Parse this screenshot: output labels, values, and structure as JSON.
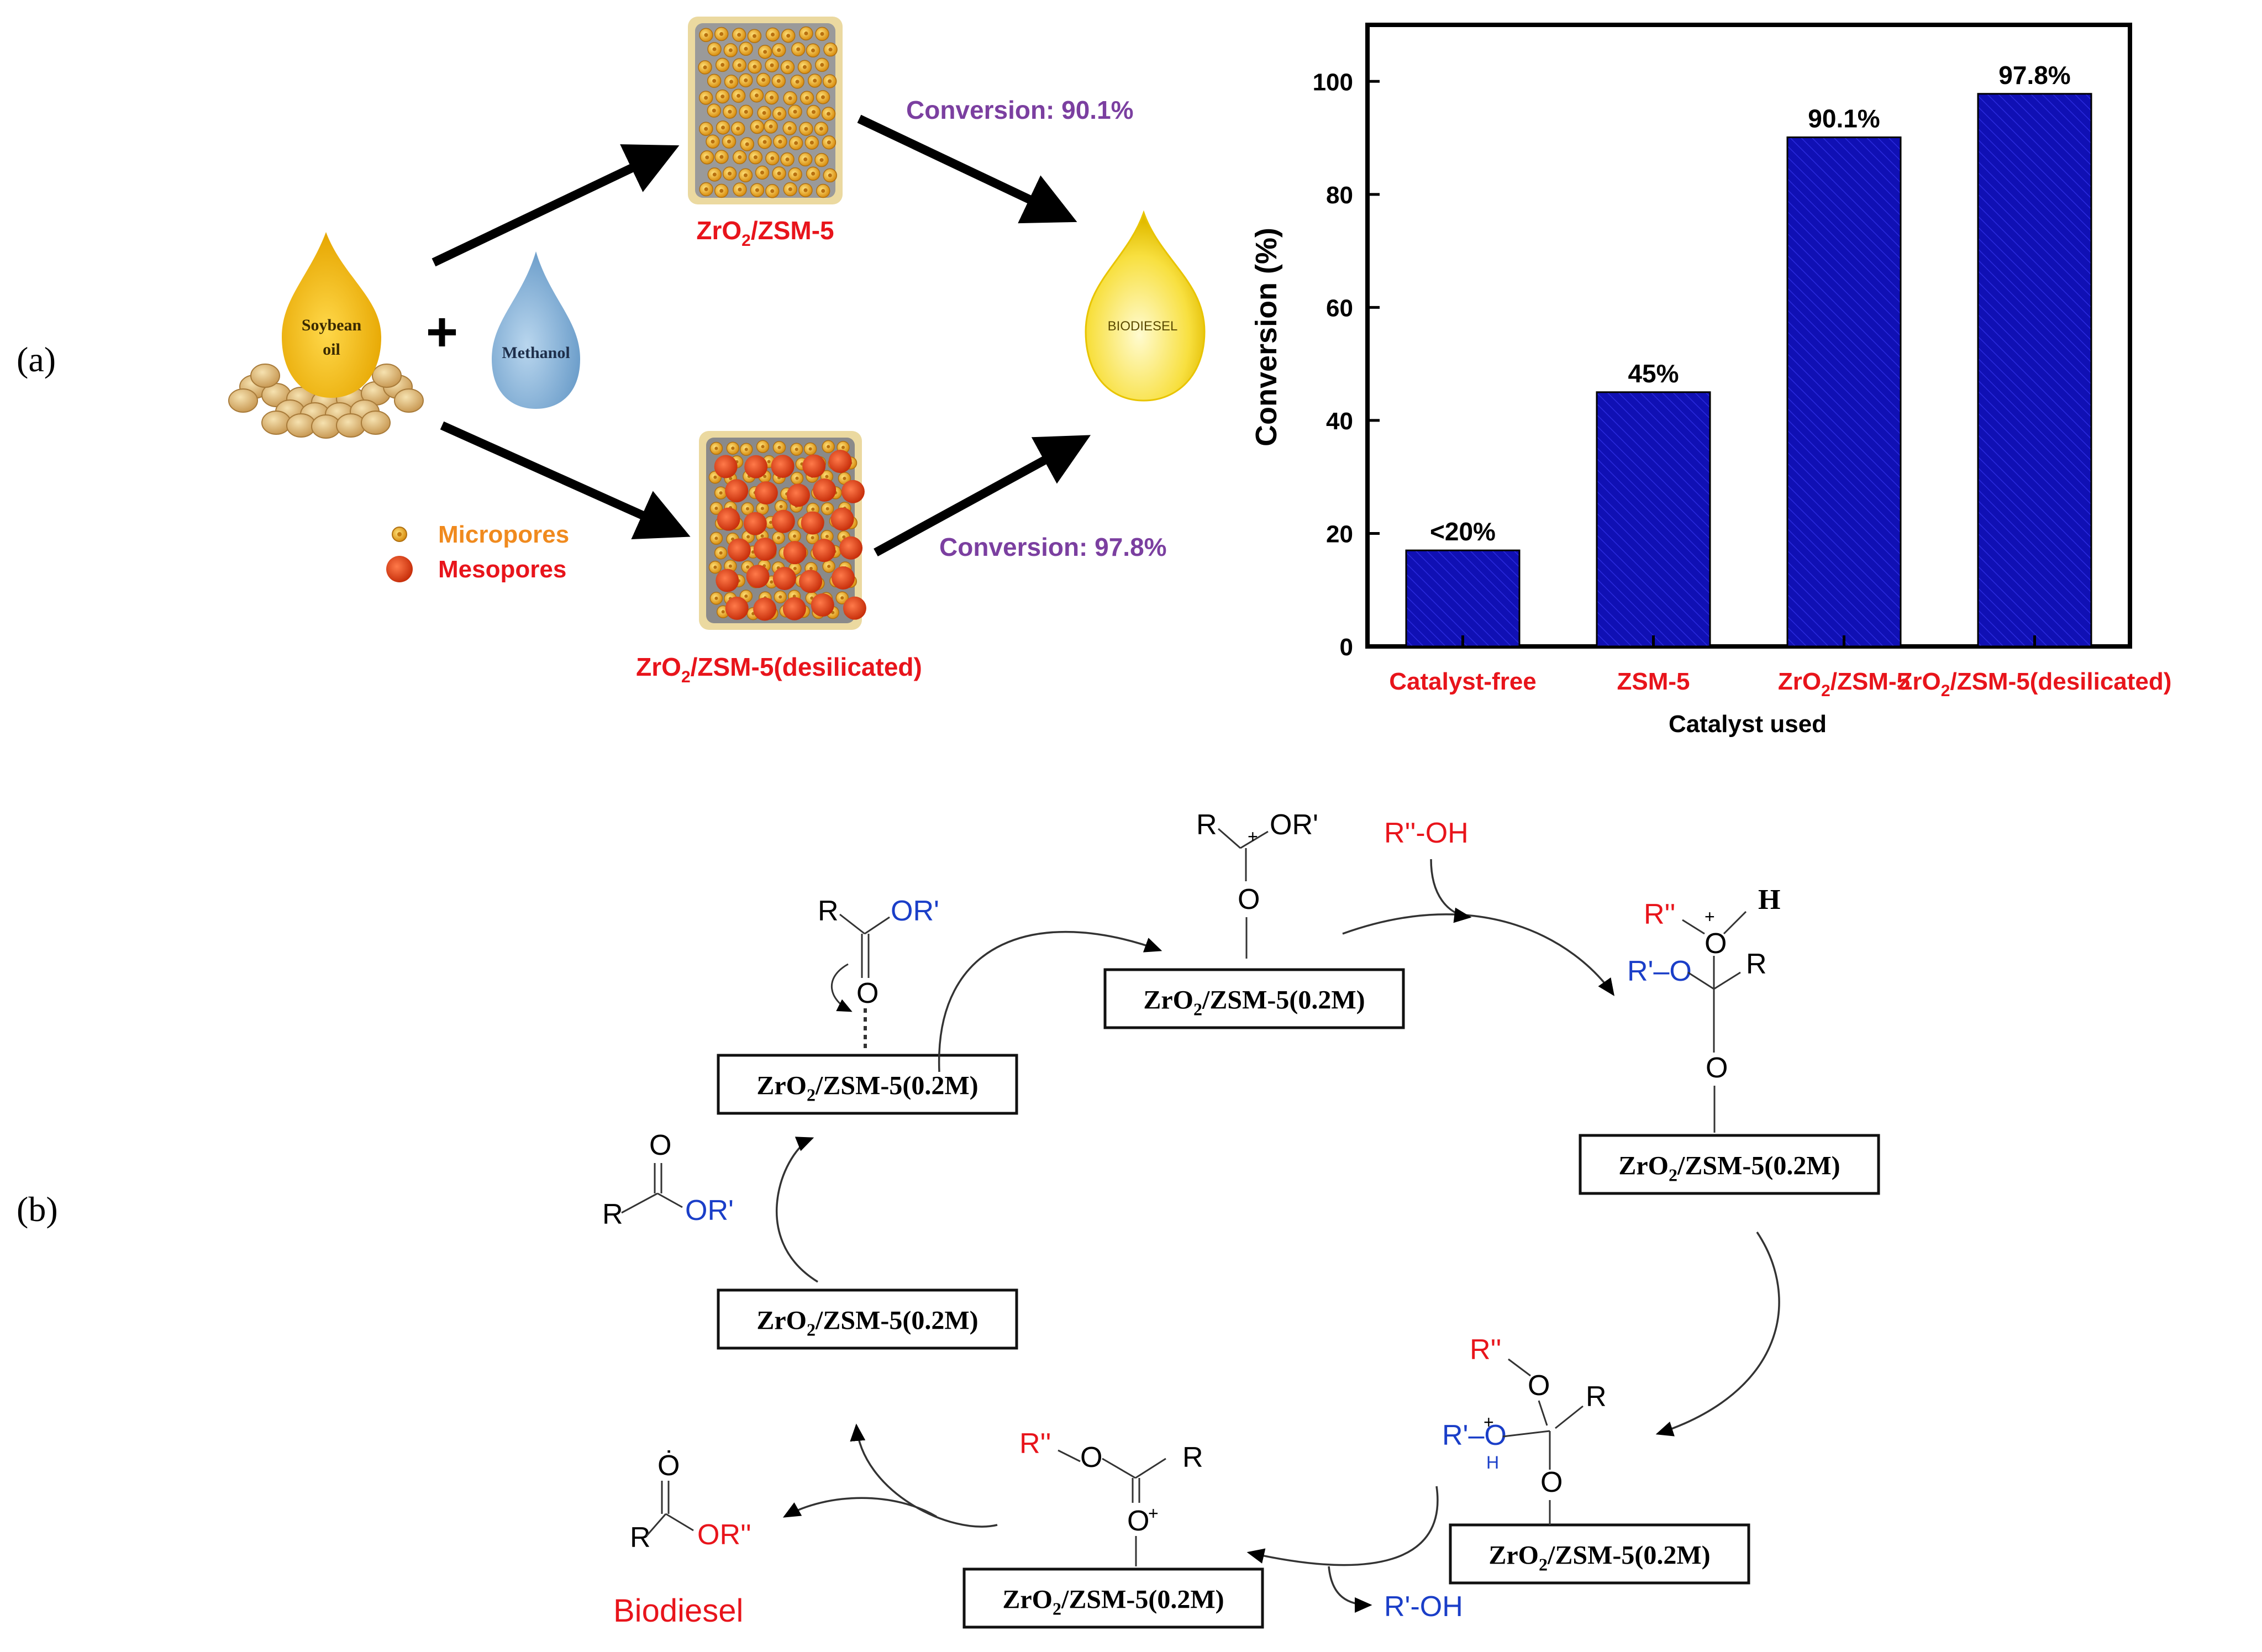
{
  "panel_labels": {
    "a": "(a)",
    "b": "(b)"
  },
  "panel_a": {
    "plus": "+",
    "soybean_oil": [
      "Soybean",
      "oil"
    ],
    "methanol": "Methanol",
    "biodiesel_drop": "BIODIESEL",
    "top_catalyst": {
      "base": "ZrO",
      "sub": "2",
      "rest": "/ZSM-5"
    },
    "bottom_catalyst": {
      "base": "ZrO",
      "sub": "2",
      "rest": "/ZSM-5(desilicated)"
    },
    "top_conversion": "Conversion: 90.1%",
    "bottom_conversion": "Conversion: 97.8%",
    "legend": {
      "micropores": "Micropores",
      "mesopores": "Mesopores"
    },
    "colors": {
      "purple_text": "#7B3FA0",
      "red_text": "#E8141B",
      "orange_text": "#F08A1E",
      "oil": "#F2B700",
      "methanol": "#8DB9DE",
      "mesopore": "#E8401C",
      "micropore": "#E8A92A"
    }
  },
  "chart_data": {
    "type": "bar",
    "categories": [
      {
        "base": "Catalyst-free",
        "sub": "",
        "rest": ""
      },
      {
        "base": "ZSM-5",
        "sub": "",
        "rest": ""
      },
      {
        "base": "ZrO",
        "sub": "2",
        "rest": "/ZSM-5"
      },
      {
        "base": "ZrO",
        "sub": "2",
        "rest": "/ZSM-5(desilicated)"
      }
    ],
    "values": [
      17,
      45,
      90.1,
      97.8
    ],
    "data_labels": [
      "<20%",
      "45%",
      "90.1%",
      "97.8%"
    ],
    "xlabel": "Catalyst used",
    "ylabel": "Conversion (%)",
    "ylim": [
      0,
      110
    ],
    "yticks": [
      "0",
      "20",
      "40",
      "60",
      "80",
      "100"
    ],
    "bar_color": "#1010B4",
    "category_color": "#E8141B"
  },
  "panel_b": {
    "catalyst_box": {
      "base": "ZrO",
      "sub": "2",
      "rest": "/ZSM-5(0.2M)"
    },
    "alcohol": "R''-OH",
    "released": "R'-OH",
    "biodiesel_label": "Biodiesel",
    "colors": {
      "red": "#E8141B",
      "blue": "#1A3EC8"
    }
  }
}
